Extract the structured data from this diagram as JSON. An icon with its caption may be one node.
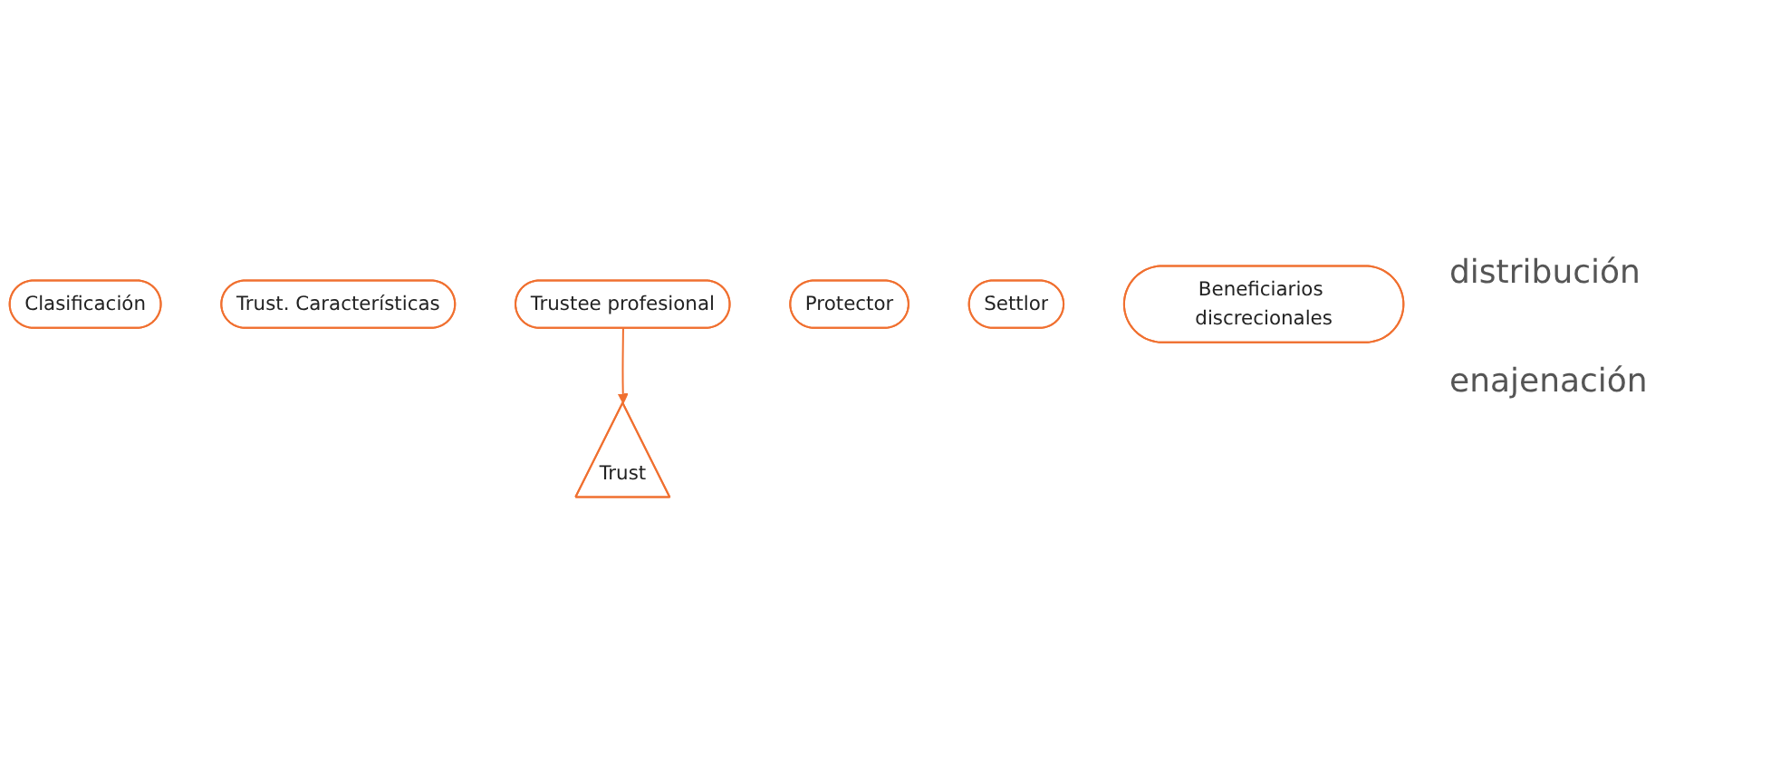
{
  "diagram": {
    "nodes": [
      {
        "text": [
          "Clasificación"
        ]
      },
      {
        "text": [
          "Trust. Características"
        ]
      },
      {
        "text": [
          "Trustee profesional"
        ]
      },
      {
        "text": [
          "Protector"
        ]
      },
      {
        "text": [
          "Settlor"
        ]
      },
      {
        "text": [
          "Beneficiarios discrecionales"
        ]
      },
      {
        "text": [
          "Trust"
        ]
      }
    ],
    "edges": [
      {
        "from": 2,
        "to": 6,
        "arrow": "to"
      }
    ],
    "labels": [
      "distribución",
      "enajenación"
    ]
  }
}
